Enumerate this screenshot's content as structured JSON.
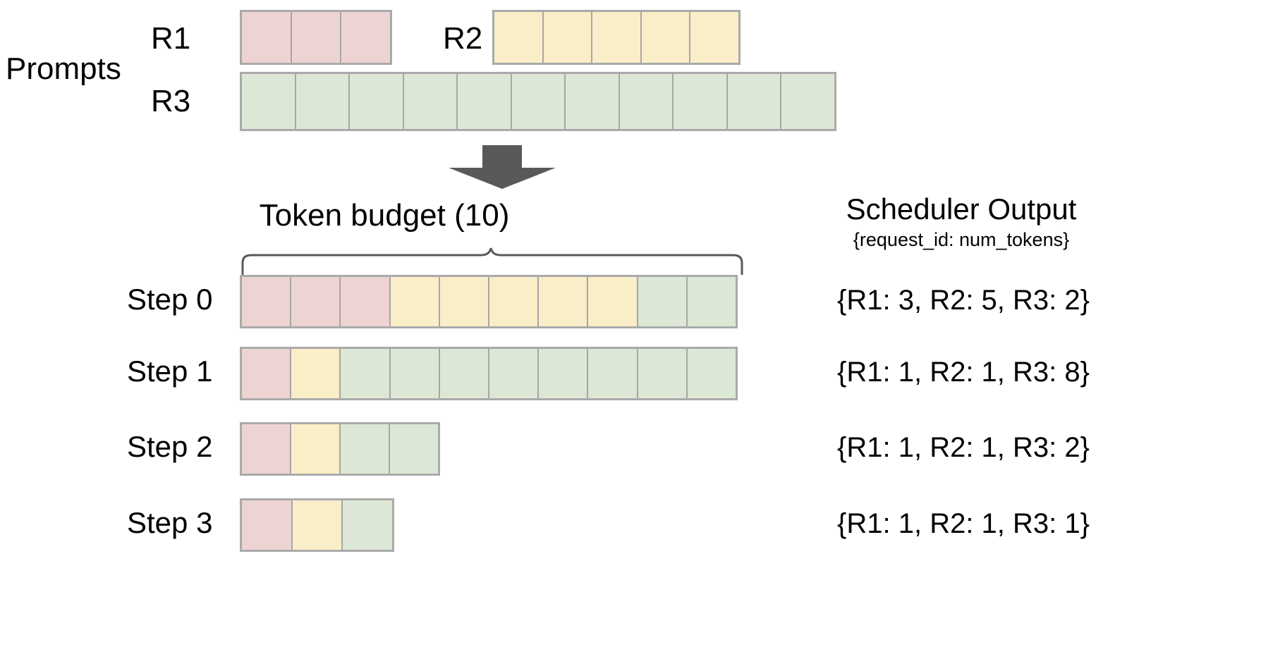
{
  "diagram": {
    "title_prompts": "Prompts",
    "token_budget_label": "Token budget (10)",
    "scheduler_output_title": "Scheduler Output",
    "scheduler_output_subtitle": "{request_id: num_tokens}"
  },
  "colors": {
    "r1": "#eed3d3",
    "r2": "#faeec9",
    "r3": "#dce8d5",
    "cell_border": "#a6a6a6",
    "bar_border": "#aaaaaa",
    "arrow": "#595959",
    "brace": "#595959",
    "text": "#000000",
    "background": "#ffffff"
  },
  "prompts": {
    "requests": [
      {
        "id": "R1",
        "label": "R1",
        "tokens": 3,
        "color_key": "r1"
      },
      {
        "id": "R2",
        "label": "R2",
        "tokens": 5,
        "color_key": "r2"
      },
      {
        "id": "R3",
        "label": "R3",
        "tokens": 11,
        "color_key": "r3"
      }
    ]
  },
  "token_budget": 10,
  "steps": [
    {
      "label": "Step 0",
      "segments": [
        {
          "request": "R1",
          "count": 3,
          "color_key": "r1"
        },
        {
          "request": "R2",
          "count": 5,
          "color_key": "r2"
        },
        {
          "request": "R3",
          "count": 2,
          "color_key": "r3"
        }
      ],
      "output": "{R1: 3, R2: 5, R3: 2}"
    },
    {
      "label": "Step 1",
      "segments": [
        {
          "request": "R1",
          "count": 1,
          "color_key": "r1"
        },
        {
          "request": "R2",
          "count": 1,
          "color_key": "r2"
        },
        {
          "request": "R3",
          "count": 8,
          "color_key": "r3"
        }
      ],
      "output": "{R1: 1, R2: 1, R3: 8}"
    },
    {
      "label": "Step 2",
      "segments": [
        {
          "request": "R1",
          "count": 1,
          "color_key": "r1"
        },
        {
          "request": "R2",
          "count": 1,
          "color_key": "r2"
        },
        {
          "request": "R3",
          "count": 2,
          "color_key": "r3"
        }
      ],
      "output": "{R1: 1, R2: 1, R3: 2}"
    },
    {
      "label": "Step 3",
      "segments": [
        {
          "request": "R1",
          "count": 1,
          "color_key": "r1"
        },
        {
          "request": "R2",
          "count": 1,
          "color_key": "r2"
        },
        {
          "request": "R3",
          "count": 1,
          "color_key": "r3"
        }
      ],
      "output": "{R1: 1, R2: 1, R3: 1}"
    }
  ]
}
